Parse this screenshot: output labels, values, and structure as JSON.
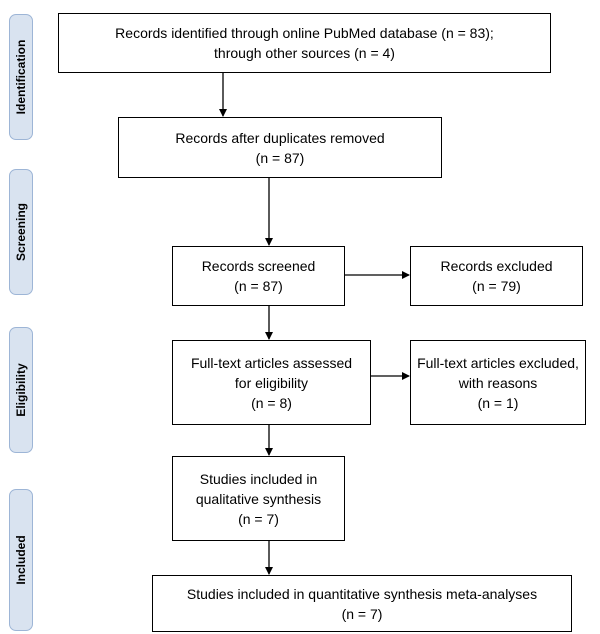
{
  "phases": [
    {
      "id": "identification",
      "label": "Identification"
    },
    {
      "id": "screening",
      "label": "Screening"
    },
    {
      "id": "eligibility",
      "label": "Eligibility"
    },
    {
      "id": "included",
      "label": "Included"
    }
  ],
  "boxes": {
    "identified": {
      "lines": [
        "Records identified through online PubMed database (n = 83);",
        "through other sources (n = 4)"
      ]
    },
    "deduplicated": {
      "lines": [
        "Records after duplicates removed",
        "(n = 87)"
      ]
    },
    "screened": {
      "lines": [
        "Records screened",
        "(n = 87)"
      ]
    },
    "excluded": {
      "lines": [
        "Records excluded",
        "(n = 79)"
      ]
    },
    "fulltext": {
      "lines": [
        "Full-text articles assessed",
        "for eligibility",
        "(n = 8)"
      ]
    },
    "fulltext_excluded": {
      "lines": [
        "Full-text articles excluded,",
        "with reasons",
        "(n = 1)"
      ]
    },
    "qualitative": {
      "lines": [
        "Studies included in",
        "qualitative synthesis",
        "(n = 7)"
      ]
    },
    "quantitative": {
      "lines": [
        "Studies included in quantitative synthesis meta-analyses",
        "(n = 7)"
      ]
    }
  }
}
